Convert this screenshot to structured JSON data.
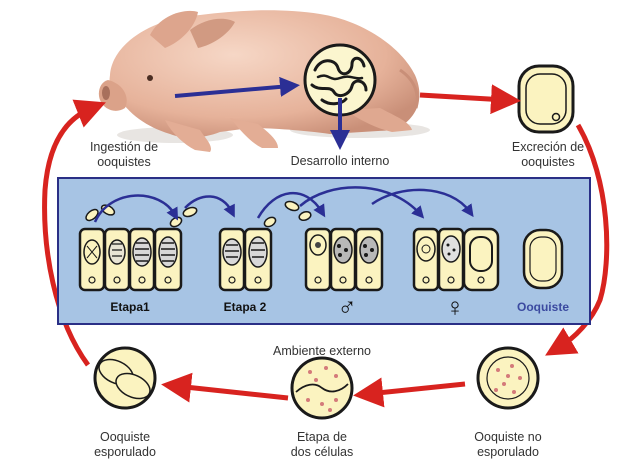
{
  "labels": {
    "ingestion": [
      "Ingestión de",
      "ooquistes"
    ],
    "desarrollo": "Desarrollo interno",
    "excrecion": [
      "Excreción de",
      "ooquistes"
    ],
    "etapa1": "Etapa1",
    "etapa2": "Etapa 2",
    "male": "♂",
    "female": "♀",
    "ooquiste": "Ooquiste",
    "ambiente": "Ambiente externo",
    "esporulado": [
      "Ooquiste",
      "esporulado"
    ],
    "dos_celulas": [
      "Etapa de",
      "dos células"
    ],
    "no_esporulado": [
      "Ooquiste no",
      "esporulado"
    ]
  },
  "colors": {
    "panel_bg": "#a7c4e4",
    "panel_border": "#2a2f86",
    "cycle_arrow": "#d8231f",
    "inner_arrow": "#2b2f95",
    "cell_fill": "#f8f0b8",
    "ooquiste_label": "#3b4aa0",
    "pig": "#e9bba4"
  }
}
